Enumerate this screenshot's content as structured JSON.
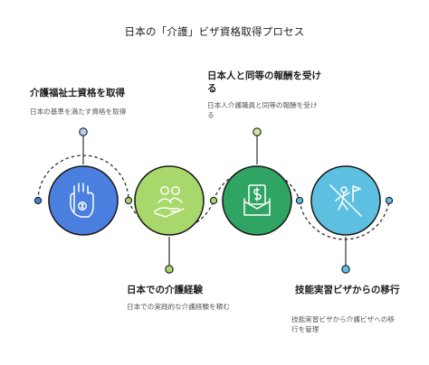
{
  "title": "日本の「介護」ビザ資格取得プロセス",
  "steps": [
    {
      "title": "介護福祉士資格を取得",
      "description": "日本の基準を満たす資格を取得",
      "icon": "hand-holding-coin-icon",
      "color": "#4a7fe0"
    },
    {
      "title": "日本での介護経験",
      "description": "日本での実践的な介護経験を積む",
      "icon": "people-in-hand-icon",
      "color": "#a8d86b"
    },
    {
      "title": "日本人と同等の報酬を受ける",
      "description": "日本人介護職員と同等の報酬を受ける",
      "icon": "dollar-envelope-icon",
      "color": "#2fa463"
    },
    {
      "title": "技能実習ビザからの移行",
      "description": "技能実習ビザから介護ビザへの移行を管理",
      "icon": "climber-flag-icon",
      "color": "#5ec0e0"
    }
  ]
}
